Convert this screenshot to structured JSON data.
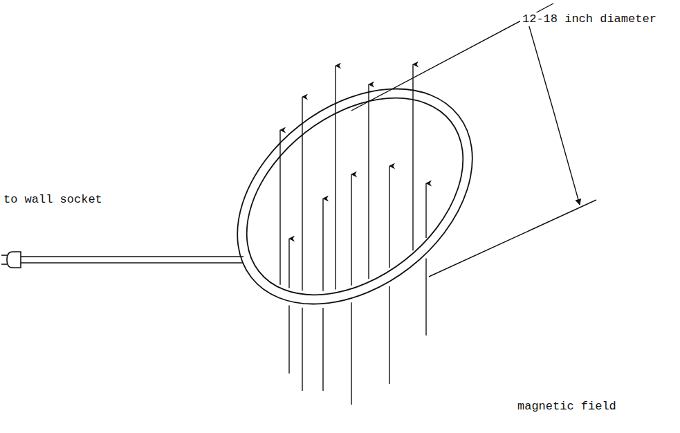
{
  "diagram": {
    "labels": [
      "to wall socket",
      "12-18 inch diameter",
      "magnetic field"
    ]
  }
}
